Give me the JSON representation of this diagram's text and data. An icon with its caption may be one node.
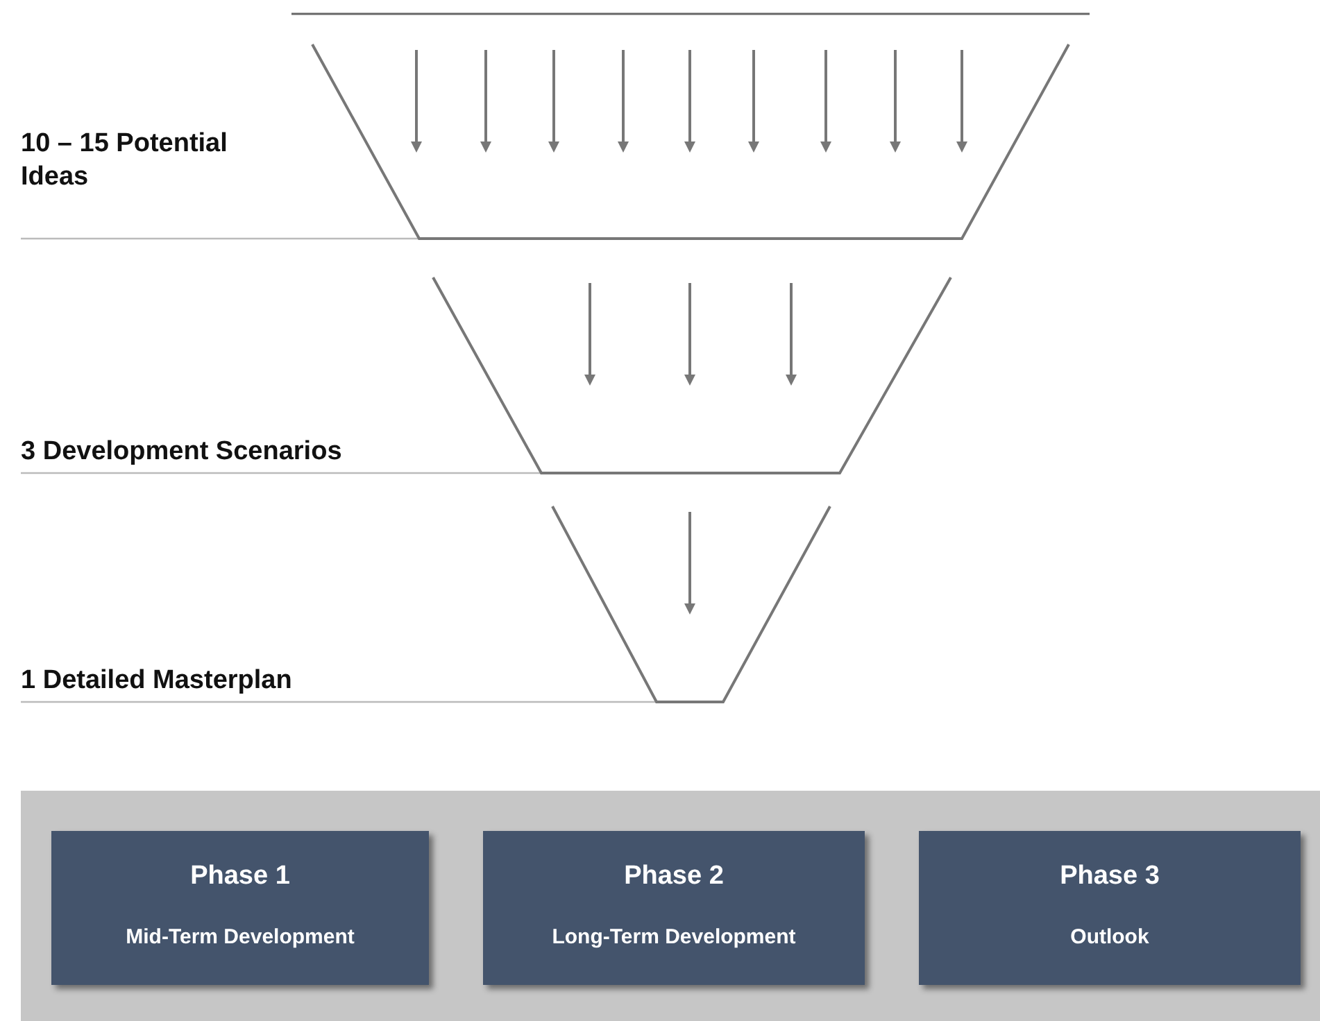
{
  "diagram": {
    "nodes": [
      {
        "text": [],
        "shape": "trapezoid"
      },
      {
        "text": [],
        "shape": "trapezoid"
      },
      {
        "text": [],
        "shape": "trapezoid"
      },
      {
        "text": [],
        "shape": "band"
      },
      {
        "text": [
          "Phase 1",
          "Mid-Term Development"
        ],
        "in": 3
      },
      {
        "text": [
          "Phase 2",
          "Long-Term Development"
        ],
        "in": 3
      },
      {
        "text": [
          "Phase 3",
          "Outlook"
        ],
        "in": 3
      }
    ],
    "labels": [
      "10 – 15 Potential Ideas",
      "3 Development Scenarios",
      "1 Detailed Masterplan"
    ]
  }
}
